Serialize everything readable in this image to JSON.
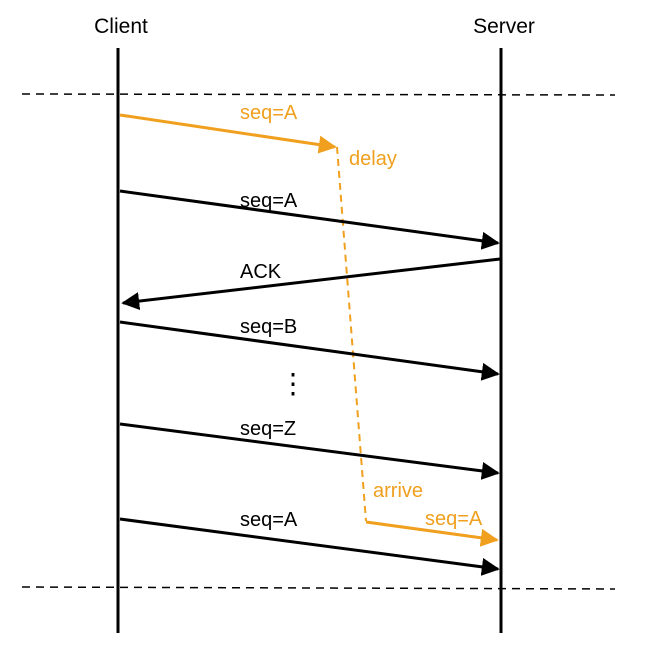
{
  "participants": {
    "client": "Client",
    "server": "Server"
  },
  "messages": {
    "m1": "seq=A",
    "m2": "seq=A",
    "ack": "ACK",
    "m3": "seq=B",
    "ellipsis": "⋮",
    "m4": "seq=Z",
    "m5": "seq=A"
  },
  "delayed_packet": {
    "label": "seq=A",
    "delay_note": "delay",
    "arrive_note": "arrive",
    "arrive_label": "seq=A"
  },
  "colors": {
    "line": "#000000",
    "delayed": "#f0a01e",
    "separator": "#000000"
  }
}
